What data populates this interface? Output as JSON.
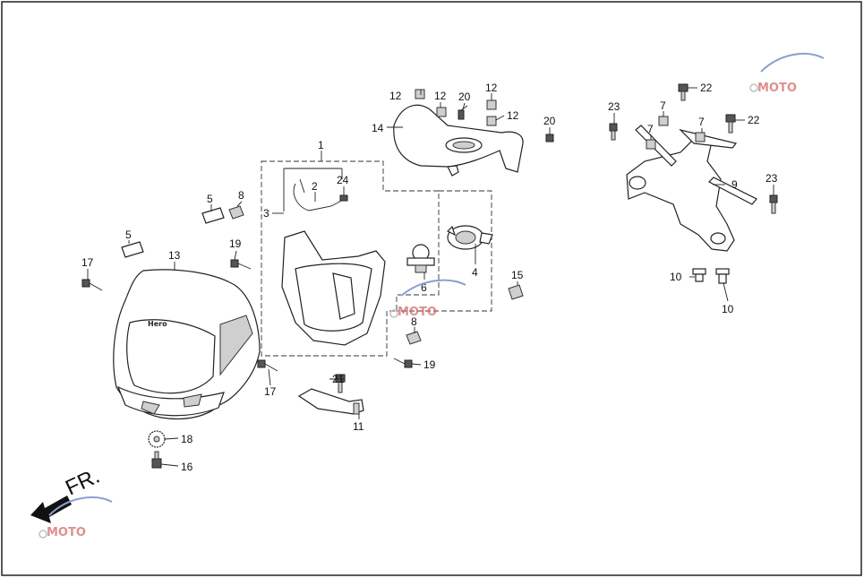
{
  "diagram": {
    "direction_label": "FR.",
    "watermark_text": "MOTO",
    "brand_text": "Hero",
    "callouts": [
      {
        "id": "c1",
        "text": "1"
      },
      {
        "id": "c2",
        "text": "2"
      },
      {
        "id": "c3",
        "text": "3"
      },
      {
        "id": "c4",
        "text": "4"
      },
      {
        "id": "c5a",
        "text": "5"
      },
      {
        "id": "c5b",
        "text": "5"
      },
      {
        "id": "c6",
        "text": "6"
      },
      {
        "id": "c7a",
        "text": "7"
      },
      {
        "id": "c7b",
        "text": "7"
      },
      {
        "id": "c7c",
        "text": "7"
      },
      {
        "id": "c8a",
        "text": "8"
      },
      {
        "id": "c8b",
        "text": "8"
      },
      {
        "id": "c9",
        "text": "9"
      },
      {
        "id": "c10a",
        "text": "10"
      },
      {
        "id": "c10b",
        "text": "10"
      },
      {
        "id": "c11",
        "text": "11"
      },
      {
        "id": "c12a",
        "text": "12"
      },
      {
        "id": "c12b",
        "text": "12"
      },
      {
        "id": "c12c",
        "text": "12"
      },
      {
        "id": "c12d",
        "text": "12"
      },
      {
        "id": "c13",
        "text": "13"
      },
      {
        "id": "c14",
        "text": "14"
      },
      {
        "id": "c15",
        "text": "15"
      },
      {
        "id": "c16",
        "text": "16"
      },
      {
        "id": "c17a",
        "text": "17"
      },
      {
        "id": "c17b",
        "text": "17"
      },
      {
        "id": "c18",
        "text": "18"
      },
      {
        "id": "c19a",
        "text": "19"
      },
      {
        "id": "c19b",
        "text": "19"
      },
      {
        "id": "c20a",
        "text": "20"
      },
      {
        "id": "c20b",
        "text": "20"
      },
      {
        "id": "c21",
        "text": "21"
      },
      {
        "id": "c22a",
        "text": "22"
      },
      {
        "id": "c22b",
        "text": "22"
      },
      {
        "id": "c23a",
        "text": "23"
      },
      {
        "id": "c23b",
        "text": "23"
      },
      {
        "id": "c24",
        "text": "24"
      }
    ]
  }
}
